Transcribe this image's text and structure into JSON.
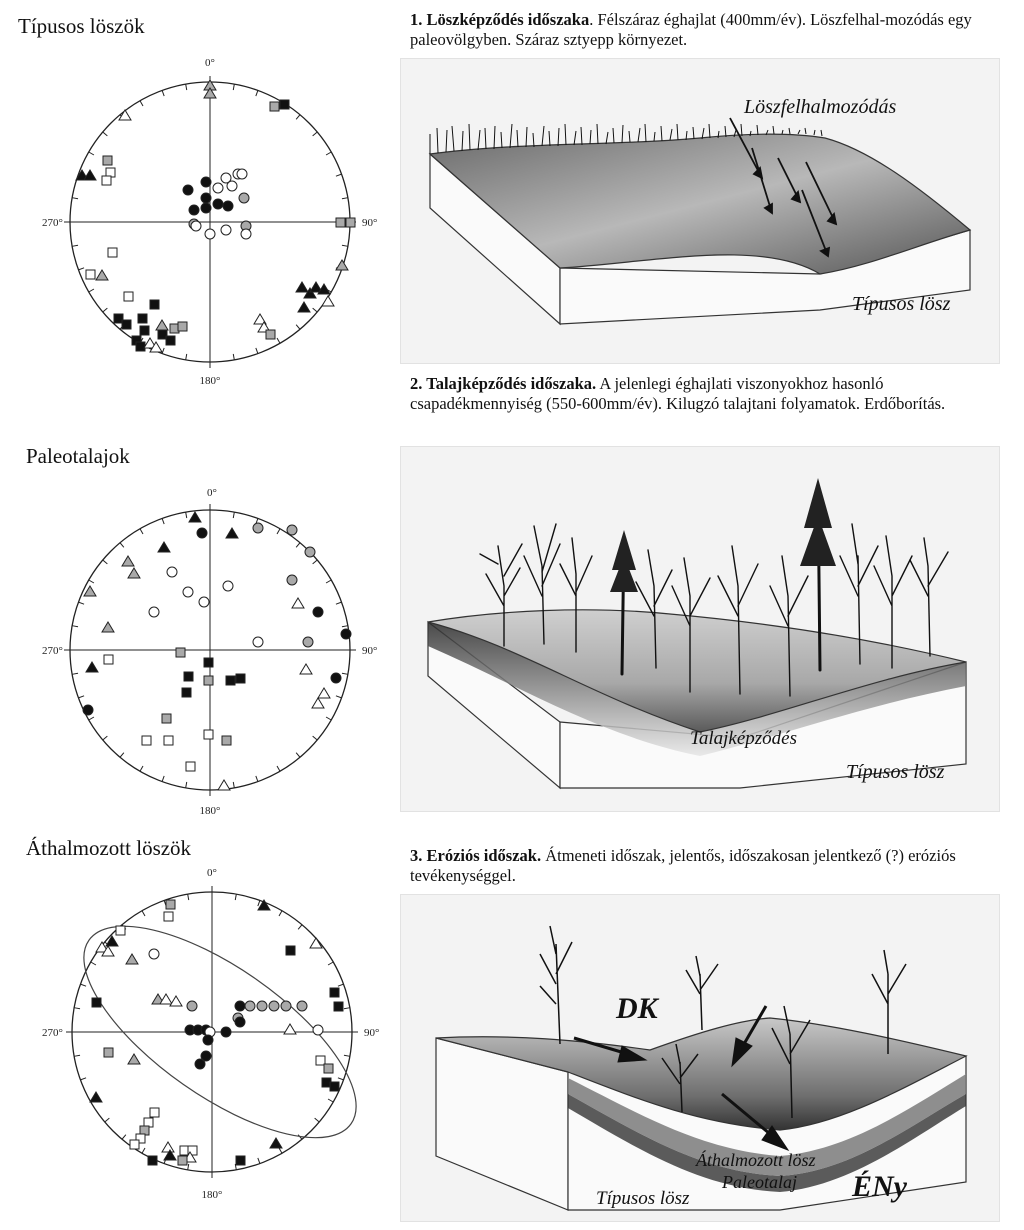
{
  "panels": [
    {
      "title": "Típusos löszök",
      "caption_bold": "1. Löszképződés időszaka",
      "caption_text": ". Félszáraz éghajlat (400mm/év). Löszfelhal-mozódás egy paleovölgyben. Száraz sztyepp környezet.",
      "illustration_labels": [
        "Löszfelhalmozódás",
        "Típusos lösz"
      ]
    },
    {
      "title": "Paleotalajok",
      "caption_bold": "2. Talajképződés időszaka.",
      "caption_text": " A jelenlegi éghajlati viszonyokhoz hasonló csapadékmennyiség (550-600mm/év). Kilugzó talajtani folyamatok. Erdőborítás.",
      "illustration_labels": [
        "Talajképződés",
        "Típusos lösz"
      ]
    },
    {
      "title": "Áthalmozott löszök",
      "caption_bold": "3. Eróziós időszak.",
      "caption_text": " Átmeneti időszak, jelentős, időszakosan jelentkező (?) eróziós tevékenységgel.",
      "illustration_labels": [
        "DK",
        "Áthalmozott lösz",
        "Paleotalaj",
        "ÉNy",
        "Típusos lösz"
      ]
    }
  ],
  "stereonet": {
    "labels": {
      "north": "0°",
      "east": "90°",
      "south": "180°",
      "west": "270°"
    },
    "colors": {
      "black": "#111111",
      "grey": "#a9a9a9",
      "white": "#ffffff",
      "stroke": "#222222"
    }
  }
}
